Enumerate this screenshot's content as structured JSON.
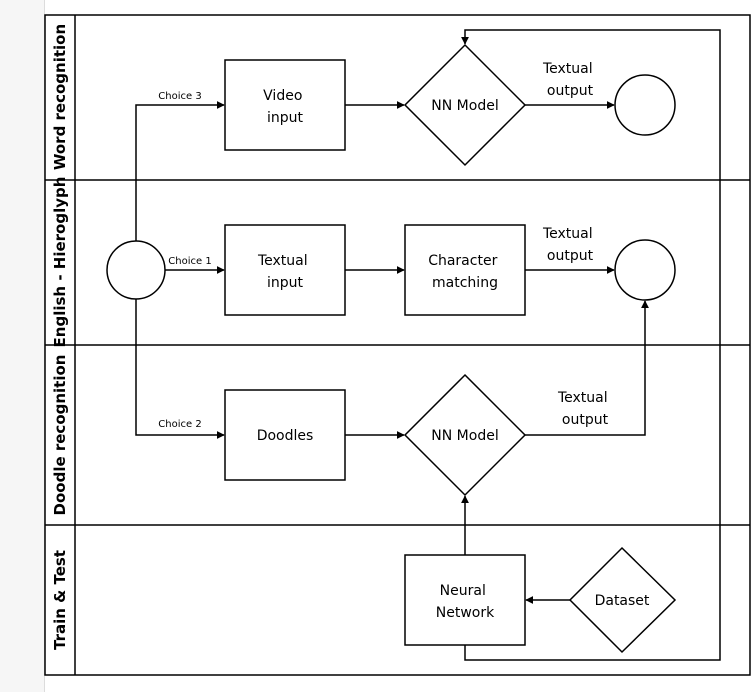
{
  "lanes": [
    {
      "id": "word",
      "title": "Word recognition"
    },
    {
      "id": "hiero",
      "title": "English - Hieroglyph"
    },
    {
      "id": "doodle",
      "title": "Doodle recognition"
    },
    {
      "id": "train",
      "title": "Train & Test"
    }
  ],
  "nodes": {
    "video_input": [
      "Video",
      "input"
    ],
    "nn_model_top": [
      "NN Model"
    ],
    "textual_input": [
      "Textual",
      "input"
    ],
    "character_matching": [
      "Character",
      "matching"
    ],
    "doodles": [
      "Doodles"
    ],
    "nn_model_mid": [
      "NN Model"
    ],
    "neural_network": [
      "Neural",
      "Network"
    ],
    "dataset": [
      "Dataset"
    ]
  },
  "edge_labels": {
    "choice3": "Choice 3",
    "choice1": "Choice 1",
    "choice2": "Choice 2",
    "out_top": [
      "Textual",
      "output"
    ],
    "out_mid": [
      "Textual",
      "output"
    ],
    "out_doodle": [
      "Textual",
      "output"
    ]
  },
  "colors": {
    "stroke": "#000000",
    "background": "#ffffff"
  }
}
